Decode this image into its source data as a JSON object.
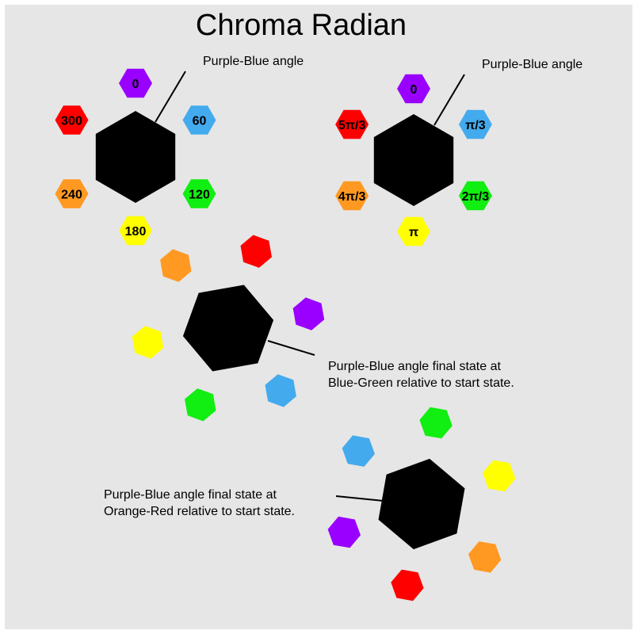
{
  "title": "Chroma Radian",
  "colors": {
    "background": "#e6e6e6",
    "core": "#000000",
    "purple": "#9900ff",
    "blue": "#44aaee",
    "green": "#11ee11",
    "yellow": "#ffff00",
    "orange": "#ff9922",
    "red": "#ff0000"
  },
  "diagrams": [
    {
      "id": "degrees",
      "callout_lines": [
        "Purple-Blue angle"
      ],
      "satellites": [
        {
          "color": "purple",
          "label": "0"
        },
        {
          "color": "blue",
          "label": "60"
        },
        {
          "color": "green",
          "label": "120"
        },
        {
          "color": "yellow",
          "label": "180"
        },
        {
          "color": "orange",
          "label": "240"
        },
        {
          "color": "red",
          "label": "300"
        }
      ]
    },
    {
      "id": "radians",
      "callout_lines": [
        "Purple-Blue angle"
      ],
      "satellites": [
        {
          "color": "purple",
          "label": "0"
        },
        {
          "color": "blue",
          "label": "π/3"
        },
        {
          "color": "green",
          "label": "2π/3"
        },
        {
          "color": "yellow",
          "label": "π"
        },
        {
          "color": "orange",
          "label": "4π/3"
        },
        {
          "color": "red",
          "label": "5π/3"
        }
      ]
    },
    {
      "id": "blue-green-state",
      "callout_lines": [
        "Purple-Blue angle final state at",
        "Blue-Green relative to start state."
      ],
      "satellites": [
        {
          "color": "red",
          "label": ""
        },
        {
          "color": "purple",
          "label": ""
        },
        {
          "color": "blue",
          "label": ""
        },
        {
          "color": "green",
          "label": ""
        },
        {
          "color": "yellow",
          "label": ""
        },
        {
          "color": "orange",
          "label": ""
        }
      ]
    },
    {
      "id": "orange-red-state",
      "callout_lines": [
        "Purple-Blue angle final state at",
        "Orange-Red relative to start state."
      ],
      "satellites": [
        {
          "color": "green",
          "label": ""
        },
        {
          "color": "yellow",
          "label": ""
        },
        {
          "color": "orange",
          "label": ""
        },
        {
          "color": "red",
          "label": ""
        },
        {
          "color": "purple",
          "label": ""
        },
        {
          "color": "blue",
          "label": ""
        }
      ]
    }
  ]
}
